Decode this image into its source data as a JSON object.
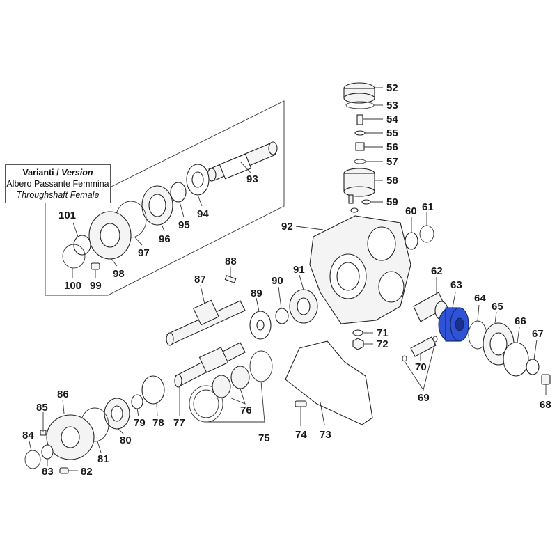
{
  "variant_box": {
    "title_plain": "Varianti / ",
    "title_italic": "Version",
    "line2": "Albero Passante Femmina",
    "line3": "Throughshaft Female"
  },
  "highlight_color": "#2f53d6",
  "highlighted_part": "63",
  "labels": {
    "p52": "52",
    "p53": "53",
    "p54": "54",
    "p55": "55",
    "p56": "56",
    "p57": "57",
    "p58": "58",
    "p59": "59",
    "p60": "60",
    "p61": "61",
    "p62": "62",
    "p63": "63",
    "p64": "64",
    "p65": "65",
    "p66": "66",
    "p67": "67",
    "p68": "68",
    "p69": "69",
    "p70": "70",
    "p71": "71",
    "p72": "72",
    "p73": "73",
    "p74": "74",
    "p75": "75",
    "p76": "76",
    "p77": "77",
    "p78": "78",
    "p79": "79",
    "p80": "80",
    "p81": "81",
    "p82": "82",
    "p83": "83",
    "p84": "84",
    "p85": "85",
    "p86": "86",
    "p87": "87",
    "p88": "88",
    "p89": "89",
    "p90": "90",
    "p91": "91",
    "p92": "92",
    "p93": "93",
    "p94": "94",
    "p95": "95",
    "p96": "96",
    "p97": "97",
    "p98": "98",
    "p99": "99",
    "p100": "100",
    "p101": "101"
  }
}
